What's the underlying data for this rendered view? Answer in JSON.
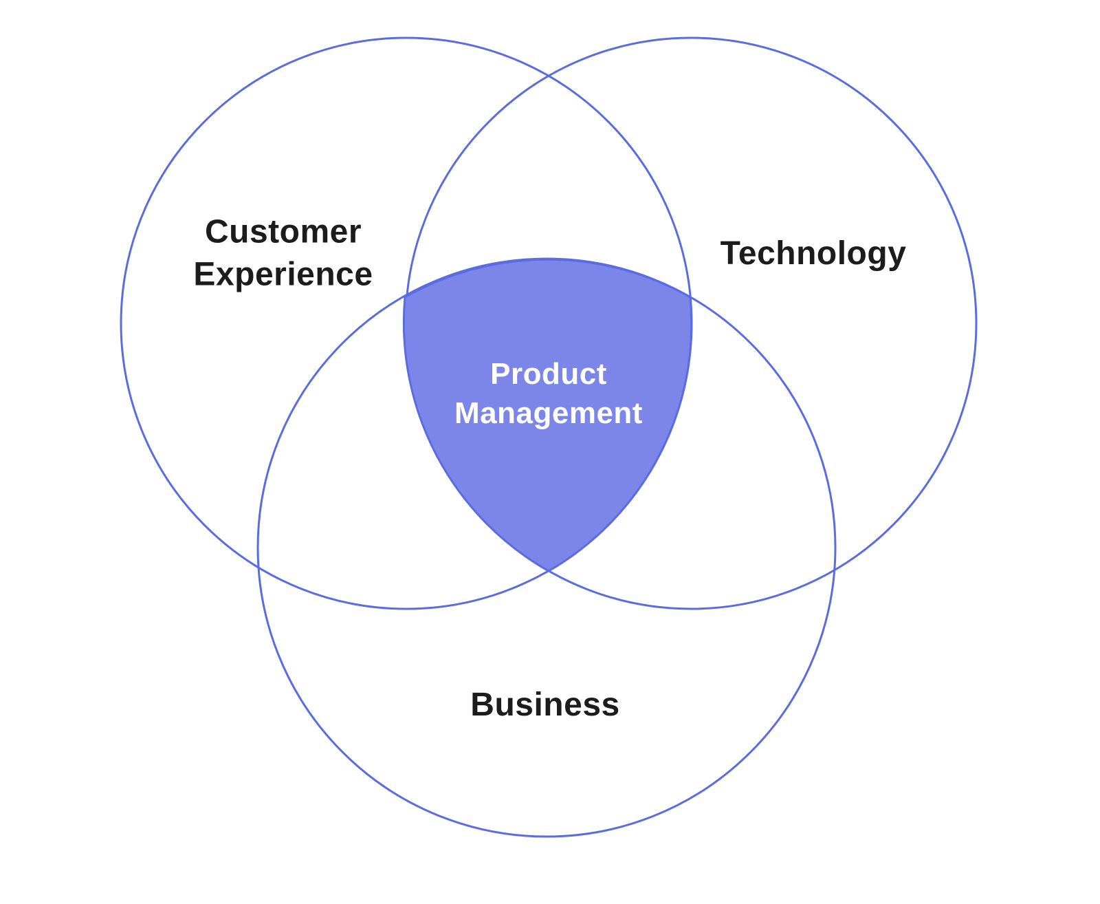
{
  "diagram": {
    "type": "venn-3",
    "sets": [
      {
        "label": "Customer Experience",
        "position": "top-left"
      },
      {
        "label": "Technology",
        "position": "top-right"
      },
      {
        "label": "Business",
        "position": "bottom-center"
      }
    ],
    "intersection": {
      "label": "Product Management"
    },
    "colors": {
      "background": "#FFFFFF",
      "circle_stroke": "#5B6CE3",
      "center_fill": "#7B86E8",
      "center_text": "#FFFFFF",
      "label_text": "#1C1C1E"
    }
  }
}
